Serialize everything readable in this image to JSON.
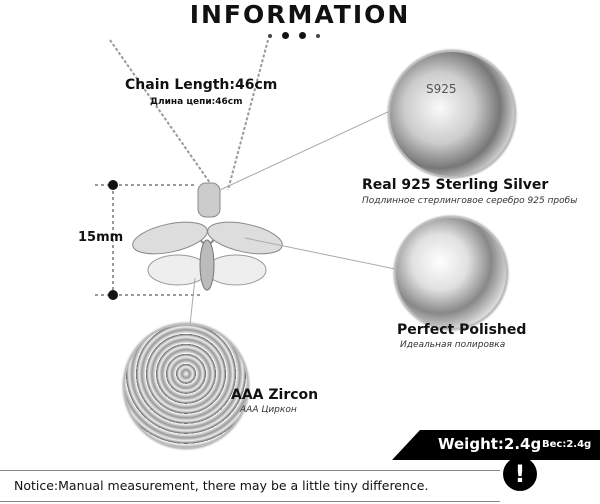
{
  "title": "INFORMATION",
  "chain": {
    "label": "Chain Length:46cm",
    "label_ru": "Длина цепи:46cm"
  },
  "size": {
    "label": "15mm"
  },
  "silver": {
    "label": "Real 925  Sterling  Silver",
    "label_ru": "Подлинное стерлинговое серебро 925 пробы",
    "stamp": "S925"
  },
  "polished": {
    "label": "Perfect  Polished",
    "label_ru": "Идеальная полировка"
  },
  "zircon": {
    "label": "AAA  Zircon",
    "label_ru": "AAA Циркон"
  },
  "weight": {
    "label": "Weight:2.4g",
    "label_ru": "Вес:2.4g"
  },
  "notice": {
    "text": "Notice:Manual measurement, there may be a little tiny difference.",
    "icon": "exclamation-icon"
  }
}
